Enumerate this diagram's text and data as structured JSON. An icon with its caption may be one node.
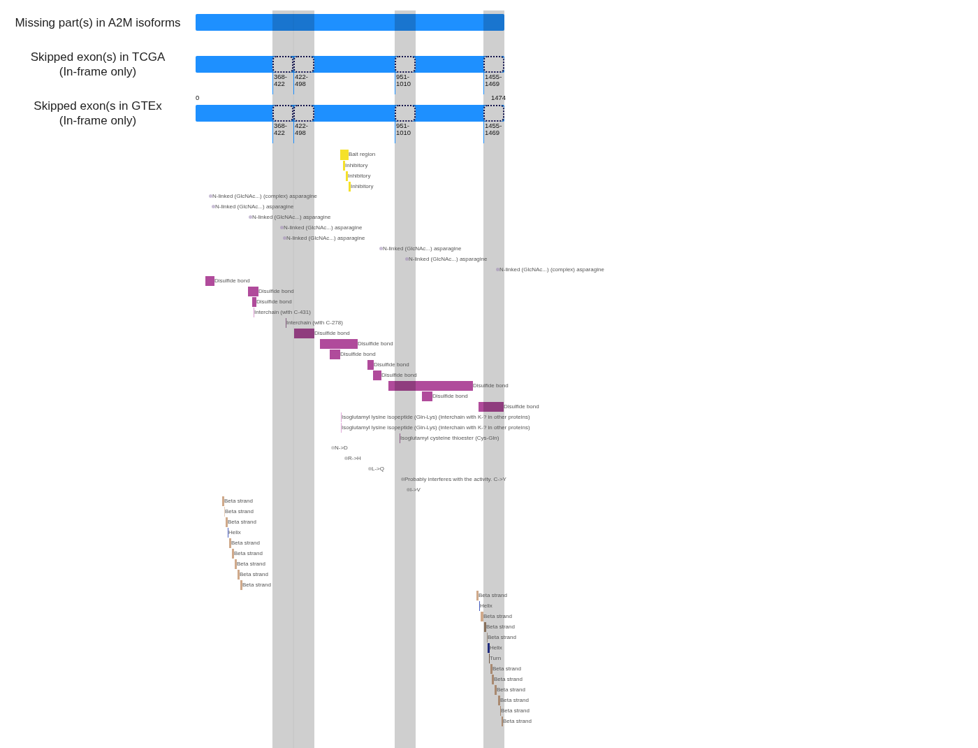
{
  "diagram": {
    "nodes": [
      {
        "text": [
          "Missing part(s) in A2M isoforms"
        ]
      },
      {
        "text": [
          "Skipped exon(s) in TCGA (In-frame only)"
        ]
      },
      {
        "text": [
          "368-422"
        ]
      },
      {
        "text": [
          "422-498"
        ]
      },
      {
        "text": [
          "951-1010"
        ]
      },
      {
        "text": [
          "1455-1469"
        ]
      },
      {
        "text": [
          "Skipped exon(s in GTEx (In-frame only)"
        ]
      },
      {
        "text": [
          "368-422"
        ]
      },
      {
        "text": [
          "422-498"
        ]
      },
      {
        "text": [
          "951-1010"
        ]
      },
      {
        "text": [
          "1455-1469"
        ]
      },
      {
        "text": [
          "Bait region"
        ]
      },
      {
        "text": [
          "Inhibitory"
        ]
      },
      {
        "text": [
          "Inhibitory"
        ]
      },
      {
        "text": [
          "Inhibitory"
        ]
      },
      {
        "text": [
          "N-linked (GlcNAc...) (complex) asparagine"
        ]
      },
      {
        "text": [
          "N-linked (GlcNAc...) asparagine"
        ]
      },
      {
        "text": [
          "N-linked (GlcNAc...) asparagine"
        ]
      },
      {
        "text": [
          "N-linked (GlcNAc...) asparagine"
        ]
      },
      {
        "text": [
          "N-linked (GlcNAc...) asparagine"
        ]
      },
      {
        "text": [
          "N-linked (GlcNAc...) asparagine"
        ]
      },
      {
        "text": [
          "N-linked (GlcNAc...) asparagine"
        ]
      },
      {
        "text": [
          "N-linked (GlcNAc...) (complex) asparagine"
        ]
      },
      {
        "text": [
          "Disulfide bond"
        ]
      },
      {
        "text": [
          "Disulfide bond"
        ]
      },
      {
        "text": [
          "Disulfide bond"
        ]
      },
      {
        "text": [
          "Interchain (with C-431)"
        ]
      },
      {
        "text": [
          "Interchain (with C-278)"
        ]
      },
      {
        "text": [
          "Disulfide bond"
        ]
      },
      {
        "text": [
          "Disulfide bond"
        ]
      },
      {
        "text": [
          "Disulfide bond"
        ]
      },
      {
        "text": [
          "Disulfide bond"
        ]
      },
      {
        "text": [
          "Disulfide bond"
        ]
      },
      {
        "text": [
          "Disulfide bond"
        ]
      },
      {
        "text": [
          "Disulfide bond"
        ]
      },
      {
        "text": [
          "Disulfide bond"
        ]
      },
      {
        "text": [
          "Isoglutamyl lysine isopeptide (Gln-Lys) (interchain with K-? in other proteins)"
        ]
      },
      {
        "text": [
          "Isoglutamyl lysine isopeptide (Gln-Lys) (interchain with K-? in other proteins)"
        ]
      },
      {
        "text": [
          "Isoglutamyl cysteine thioester (Cys-Gln)"
        ]
      },
      {
        "text": [
          "N->D"
        ]
      },
      {
        "text": [
          "R->H"
        ]
      },
      {
        "text": [
          "L->Q"
        ]
      },
      {
        "text": [
          "Probably interferes with the activity. C->Y"
        ]
      },
      {
        "text": [
          "I->V"
        ]
      },
      {
        "text": [
          "Beta strand"
        ]
      },
      {
        "text": [
          "Beta strand"
        ]
      },
      {
        "text": [
          "Beta strand"
        ]
      },
      {
        "text": [
          "Helix"
        ]
      },
      {
        "text": [
          "Beta strand"
        ]
      },
      {
        "text": [
          "Beta strand"
        ]
      },
      {
        "text": [
          "Beta strand"
        ]
      },
      {
        "text": [
          "Beta strand"
        ]
      },
      {
        "text": [
          "Beta strand"
        ]
      },
      {
        "text": [
          "Beta strand"
        ]
      },
      {
        "text": [
          "Helix"
        ]
      },
      {
        "text": [
          "Beta strand"
        ]
      },
      {
        "text": [
          "Beta strand"
        ]
      },
      {
        "text": [
          "Beta strand"
        ]
      },
      {
        "text": [
          "Helix"
        ]
      },
      {
        "text": [
          "Turn"
        ]
      },
      {
        "text": [
          "Beta strand"
        ]
      },
      {
        "text": [
          "Beta strand"
        ]
      },
      {
        "text": [
          "Beta strand"
        ]
      },
      {
        "text": [
          "Beta strand"
        ]
      },
      {
        "text": [
          "Beta strand"
        ]
      },
      {
        "text": [
          "Beta strand"
        ]
      }
    ],
    "labels": [
      "0",
      "1474"
    ]
  }
}
